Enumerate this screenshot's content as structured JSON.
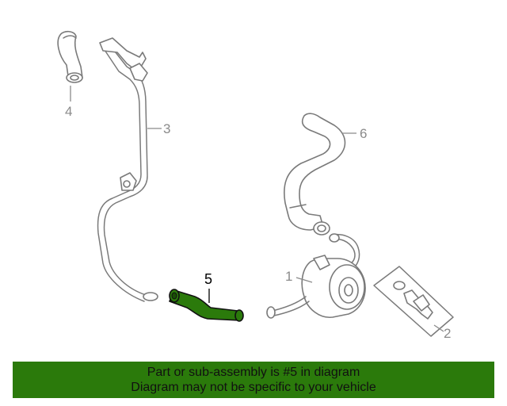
{
  "diagram": {
    "callouts": [
      {
        "number": "1"
      },
      {
        "number": "2"
      },
      {
        "number": "3"
      },
      {
        "number": "4"
      },
      {
        "number": "5"
      },
      {
        "number": "6"
      }
    ],
    "highlighted_part": "5",
    "highlight_color": "#2b7a0b"
  },
  "banner": {
    "line1": "Part or sub-assembly is #5 in diagram",
    "line2": "Diagram may not be specific to your vehicle",
    "background": "#2b7a0b"
  }
}
